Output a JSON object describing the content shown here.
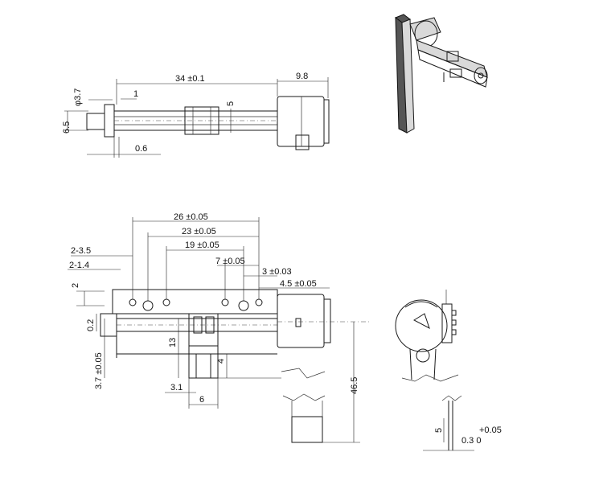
{
  "top_view": {
    "overall_length": "34 ±0.1",
    "motor_length": "9.8",
    "diameter": "φ3.7",
    "one": "1",
    "five": "5",
    "height": "6.5",
    "offset": "0.6"
  },
  "front_view": {
    "d26": "26 ±0.05",
    "d23": "23 ±0.05",
    "d19": "19 ±0.05",
    "d7": "7 ±0.05",
    "d3": "3 ±0.03",
    "d45": "4.5 ±0.05",
    "holes_35": "2-3.5",
    "holes_14": "2-1.4",
    "two": "2",
    "zero_two": "0.2",
    "d37": "3.7 ±0.05",
    "thirteen": "13",
    "four": "4",
    "three_one": "3.1",
    "six": "6",
    "d465": "46.5"
  },
  "detail": {
    "five": "5",
    "tol_upper": "+0.05",
    "tol_base": "0.3  0"
  }
}
